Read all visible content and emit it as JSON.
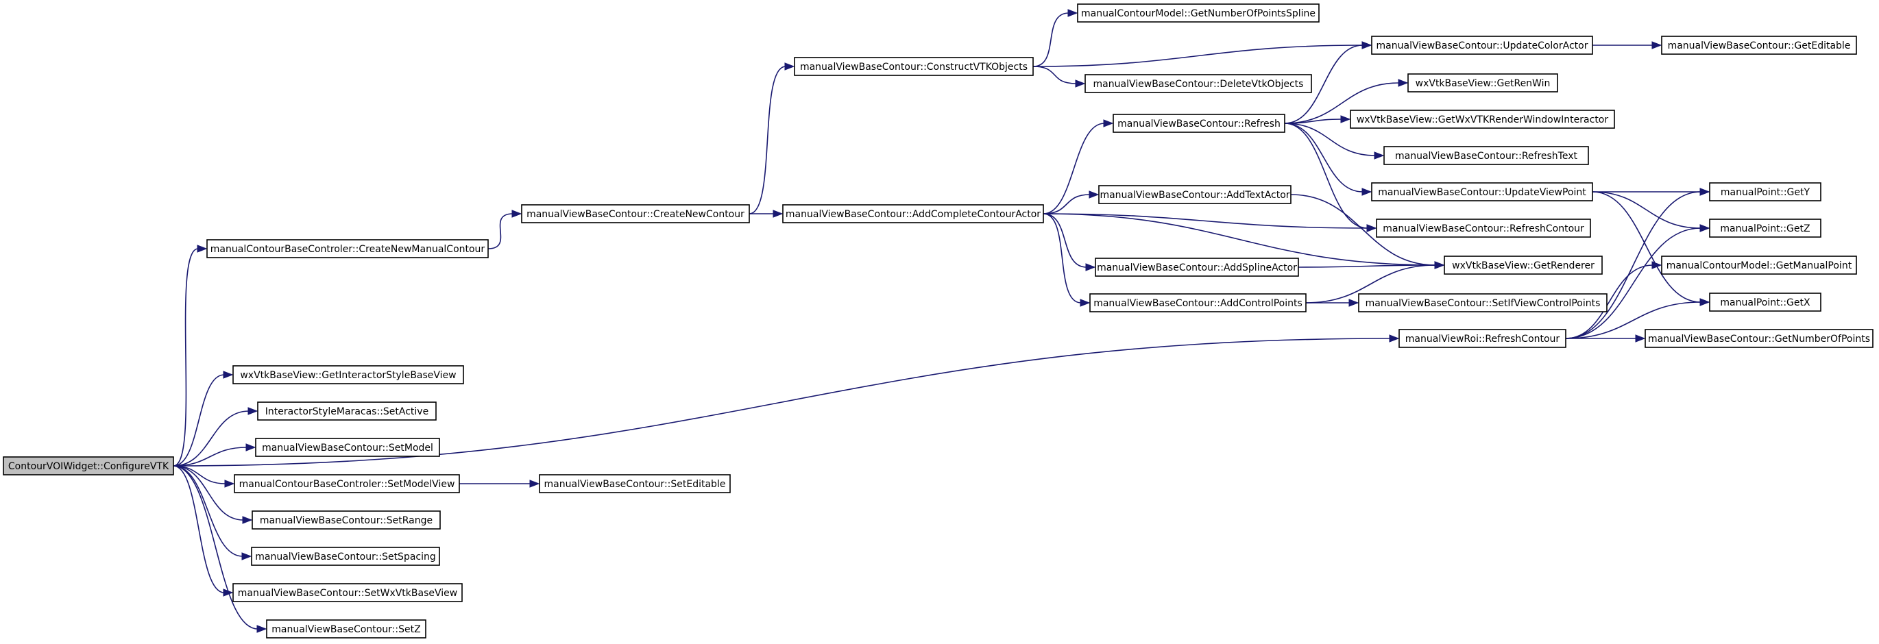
{
  "graph": {
    "root": "ContourVOIWidget::ConfigureVTK",
    "nodes": [
      {
        "id": "n0",
        "label": "ContourVOIWidget::ConfigureVTK"
      },
      {
        "id": "n1",
        "label": "manualContourBaseControler::CreateNewManualContour"
      },
      {
        "id": "n2",
        "label": "manualViewBaseContour::CreateNewContour"
      },
      {
        "id": "n3",
        "label": "manualViewBaseContour::ConstructVTKObjects"
      },
      {
        "id": "n4",
        "label": "manualContourModel::GetNumberOfPointsSpline"
      },
      {
        "id": "n5",
        "label": "manualViewBaseContour::UpdateColorActor"
      },
      {
        "id": "n6",
        "label": "manualViewBaseContour::GetEditable"
      },
      {
        "id": "n7",
        "label": "manualViewBaseContour::DeleteVtkObjects"
      },
      {
        "id": "n8",
        "label": "manualViewBaseContour::Refresh"
      },
      {
        "id": "n9",
        "label": "wxVtkBaseView::GetRenWin"
      },
      {
        "id": "n10",
        "label": "wxVtkBaseView::GetWxVTKRenderWindowInteractor"
      },
      {
        "id": "n11",
        "label": "manualViewBaseContour::RefreshText"
      },
      {
        "id": "n12",
        "label": "manualViewBaseContour::UpdateViewPoint"
      },
      {
        "id": "n13",
        "label": "manualPoint::GetY"
      },
      {
        "id": "n14",
        "label": "manualViewBaseContour::AddCompleteContourActor"
      },
      {
        "id": "n15",
        "label": "manualViewBaseContour::AddTextActor"
      },
      {
        "id": "n16",
        "label": "manualViewBaseContour::RefreshContour"
      },
      {
        "id": "n17",
        "label": "manualPoint::GetZ"
      },
      {
        "id": "n18",
        "label": "manualViewBaseContour::AddSplineActor"
      },
      {
        "id": "n19",
        "label": "wxVtkBaseView::GetRenderer"
      },
      {
        "id": "n20",
        "label": "manualContourModel::GetManualPoint"
      },
      {
        "id": "n21",
        "label": "manualViewBaseContour::AddControlPoints"
      },
      {
        "id": "n22",
        "label": "manualViewBaseContour::SetIfViewControlPoints"
      },
      {
        "id": "n23",
        "label": "manualPoint::GetX"
      },
      {
        "id": "n24",
        "label": "manualViewRoi::RefreshContour"
      },
      {
        "id": "n25",
        "label": "manualViewBaseContour::GetNumberOfPoints"
      },
      {
        "id": "n26",
        "label": "wxVtkBaseView::GetInteractorStyleBaseView"
      },
      {
        "id": "n27",
        "label": "InteractorStyleMaracas::SetActive"
      },
      {
        "id": "n28",
        "label": "manualViewBaseContour::SetModel"
      },
      {
        "id": "n29",
        "label": "manualContourBaseControler::SetModelView"
      },
      {
        "id": "n30",
        "label": "manualViewBaseContour::SetEditable"
      },
      {
        "id": "n31",
        "label": "manualViewBaseContour::SetRange"
      },
      {
        "id": "n32",
        "label": "manualViewBaseContour::SetSpacing"
      },
      {
        "id": "n33",
        "label": "manualViewBaseContour::SetWxVtkBaseView"
      },
      {
        "id": "n34",
        "label": "manualViewBaseContour::SetZ"
      }
    ],
    "edges": [
      [
        "n0",
        "n1"
      ],
      [
        "n0",
        "n24"
      ],
      [
        "n0",
        "n26"
      ],
      [
        "n0",
        "n27"
      ],
      [
        "n0",
        "n28"
      ],
      [
        "n0",
        "n29"
      ],
      [
        "n0",
        "n31"
      ],
      [
        "n0",
        "n32"
      ],
      [
        "n0",
        "n33"
      ],
      [
        "n0",
        "n34"
      ],
      [
        "n1",
        "n2"
      ],
      [
        "n2",
        "n3"
      ],
      [
        "n2",
        "n14"
      ],
      [
        "n3",
        "n4"
      ],
      [
        "n3",
        "n5"
      ],
      [
        "n3",
        "n7"
      ],
      [
        "n5",
        "n6"
      ],
      [
        "n8",
        "n5"
      ],
      [
        "n8",
        "n9"
      ],
      [
        "n8",
        "n10"
      ],
      [
        "n8",
        "n11"
      ],
      [
        "n8",
        "n12"
      ],
      [
        "n8",
        "n16"
      ],
      [
        "n12",
        "n13"
      ],
      [
        "n12",
        "n17"
      ],
      [
        "n12",
        "n23"
      ],
      [
        "n14",
        "n8"
      ],
      [
        "n14",
        "n15"
      ],
      [
        "n14",
        "n16"
      ],
      [
        "n14",
        "n18"
      ],
      [
        "n14",
        "n19"
      ],
      [
        "n14",
        "n21"
      ],
      [
        "n15",
        "n19"
      ],
      [
        "n18",
        "n19"
      ],
      [
        "n21",
        "n19"
      ],
      [
        "n21",
        "n22"
      ],
      [
        "n24",
        "n13"
      ],
      [
        "n24",
        "n17"
      ],
      [
        "n24",
        "n20"
      ],
      [
        "n24",
        "n23"
      ],
      [
        "n24",
        "n25"
      ],
      [
        "n29",
        "n30"
      ]
    ]
  }
}
